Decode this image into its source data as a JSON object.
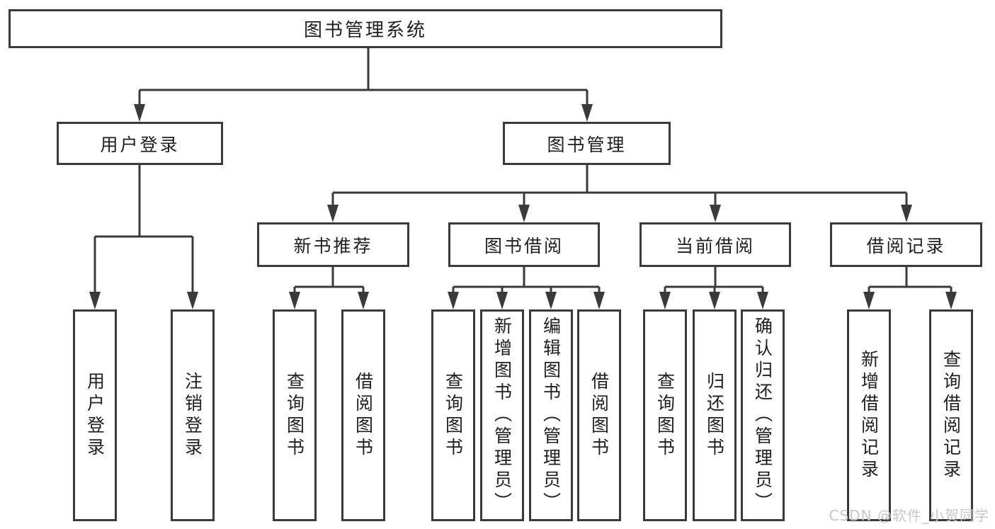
{
  "tree": {
    "root": "图书管理系统",
    "children": [
      {
        "label": "用户登录",
        "children": [
          {
            "label": "用户登录"
          },
          {
            "label": "注销登录"
          }
        ]
      },
      {
        "label": "图书管理",
        "children": [
          {
            "label": "新书推荐",
            "children": [
              {
                "label": "查询图书"
              },
              {
                "label": "借阅图书"
              }
            ]
          },
          {
            "label": "图书借阅",
            "children": [
              {
                "label": "查询图书"
              },
              {
                "label": "新增图书（管理员）"
              },
              {
                "label": "编辑图书（管理员）"
              },
              {
                "label": "借阅图书"
              }
            ]
          },
          {
            "label": "当前借阅",
            "children": [
              {
                "label": "查询图书"
              },
              {
                "label": "归还图书"
              },
              {
                "label": "确认归还（管理员）"
              }
            ]
          },
          {
            "label": "借阅记录",
            "children": [
              {
                "label": "新增借阅记录"
              },
              {
                "label": "查询借阅记录"
              }
            ]
          }
        ]
      }
    ]
  },
  "watermark": {
    "text": "CSDN @软件_小贺同学"
  },
  "colors": {
    "line": "#3a3a3a",
    "box_bg": "#ffffff",
    "text": "#1f1f1f",
    "watermark": "#c8c8c8",
    "bg": "#ffffff"
  }
}
